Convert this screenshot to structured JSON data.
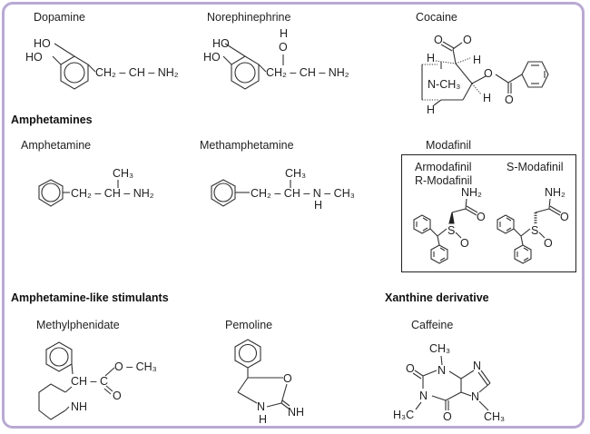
{
  "sections": {
    "amphetamines": "Amphetamines",
    "amphetamine_like": "Amphetamine-like stimulants",
    "xanthine": "Xanthine derivative"
  },
  "compounds": {
    "dopamine": {
      "name": "Dopamine",
      "ho1": "HO",
      "ho2": "HO",
      "chain": "CH₂ – CH – NH₂"
    },
    "norepinephrine": {
      "name": "Norephinephrine",
      "ho1": "HO",
      "ho2": "HO",
      "chain": "CH₂ – CH – NH₂",
      "oh_h": "H",
      "oh_o": "O"
    },
    "cocaine": {
      "name": "Cocaine",
      "o1": "O",
      "o2": "O",
      "h1": "H",
      "h2": "H",
      "h3": "H",
      "h4": "H",
      "nme": "N-CH₃",
      "o3": "O",
      "o4": "O"
    },
    "amphetamine": {
      "name": "Amphetamine",
      "ch3": "CH₃",
      "chain": "CH₂ – CH – NH₂"
    },
    "methamphetamine": {
      "name": "Methamphetamine",
      "ch3": "CH₃",
      "chain": "CH₂ – CH – N – CH₃",
      "nh": "H"
    },
    "modafinil": {
      "name": "Modafinil",
      "r_label1": "Armodafinil",
      "r_label2": "R-Modafinil",
      "s_label": "S-Modafinil",
      "nh2": "NH₂",
      "o": "O",
      "s": "S"
    },
    "methylphenidate": {
      "name": "Methylphenidate",
      "ch": "CH – C",
      "och3": "O – CH₃",
      "o": "O",
      "nh": "NH"
    },
    "pemoline": {
      "name": "Pemoline",
      "o": "O",
      "n": "N",
      "h": "H",
      "nh": "NH"
    },
    "caffeine": {
      "name": "Caffeine",
      "ch3_top": "CH₃",
      "o1": "O",
      "n1": "N",
      "n2": "N",
      "n3": "N",
      "n4": "N",
      "h3c": "H₃C",
      "o2": "O",
      "ch3_br": "CH₃"
    }
  }
}
